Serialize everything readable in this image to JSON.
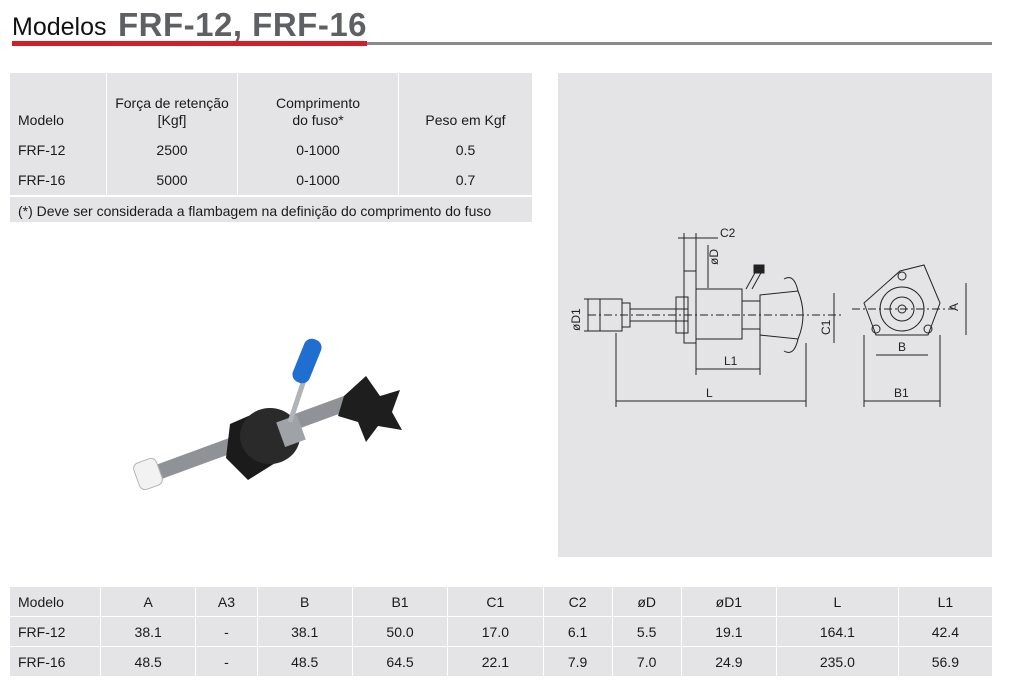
{
  "title": {
    "prefix": "Modelos",
    "models": "FRF-12, FRF-16"
  },
  "spec_table": {
    "headers": [
      "Modelo",
      "Força de retenção\n[Kgf]",
      "Comprimento\ndo fuso*",
      "Peso em Kgf"
    ],
    "rows": [
      [
        "FRF-12",
        "2500",
        "0-1000",
        "0.5"
      ],
      [
        "FRF-16",
        "5000",
        "0-1000",
        "0.7"
      ]
    ],
    "note": "(*) Deve ser considerada a flambagem na definição do comprimento do fuso"
  },
  "drawing_labels": {
    "c2": "C2",
    "od": "øD",
    "od1": "øD1",
    "c1": "C1",
    "l1": "L1",
    "l": "L",
    "a": "A",
    "b": "B",
    "b1": "B1"
  },
  "dim_table": {
    "headers": [
      "Modelo",
      "A",
      "A3",
      "B",
      "B1",
      "C1",
      "C2",
      "øD",
      "øD1",
      "L",
      "L1"
    ],
    "rows": [
      [
        "FRF-12",
        "38.1",
        "-",
        "38.1",
        "50.0",
        "17.0",
        "6.1",
        "5.5",
        "19.1",
        "164.1",
        "42.4"
      ],
      [
        "FRF-16",
        "48.5",
        "-",
        "48.5",
        "64.5",
        "22.1",
        "7.9",
        "7.0",
        "24.9",
        "235.0",
        "56.9"
      ]
    ]
  },
  "colors": {
    "accent_red": "#d21f25",
    "title_grey": "#5f6063",
    "panel_grey": "#e4e4e6",
    "handle_blue": "#1f6fd1"
  }
}
